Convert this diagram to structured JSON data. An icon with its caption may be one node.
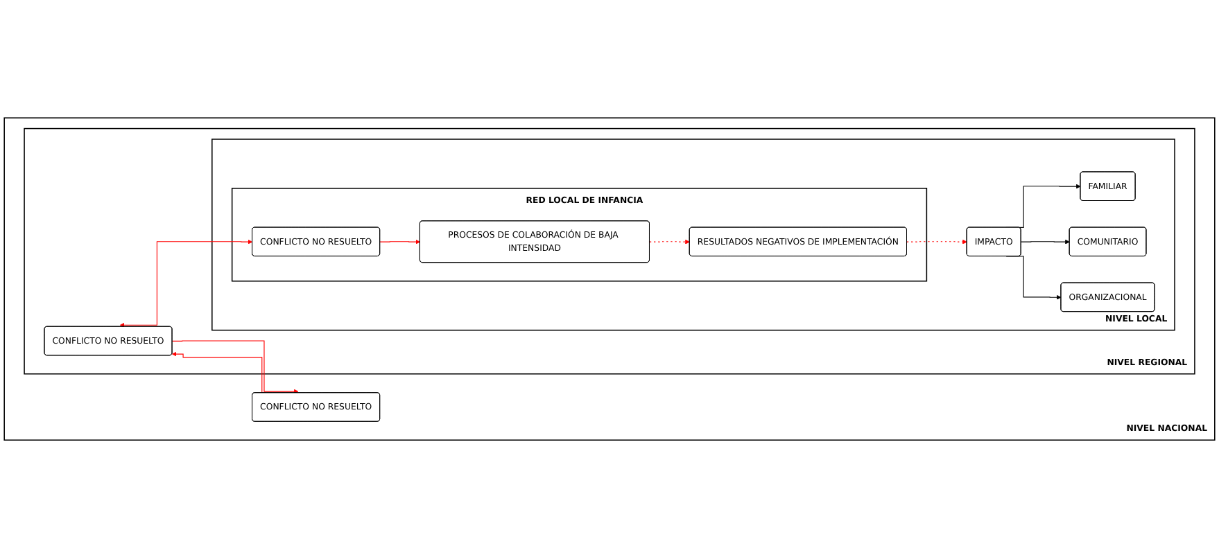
{
  "diagram": {
    "nodes": [
      {
        "text": [
          "NIVEL NACIONAL"
        ]
      },
      {
        "text": [
          "CONFLICTO NO RESUELTO"
        ],
        "in": 0
      },
      {
        "text": [
          "NIVEL REGIONAL"
        ],
        "in": 0
      },
      {
        "text": [
          "CONFLICTO NO RESUELTO"
        ],
        "in": 2
      },
      {
        "text": [
          "NIVEL LOCAL"
        ],
        "in": 2
      },
      {
        "text": [
          "RED LOCAL DE INFANCIA"
        ],
        "in": 4
      },
      {
        "text": [
          "PROCESOS DE COLABORACIÓN DE BAJA INTENSIDAD"
        ],
        "in": 5
      },
      {
        "text": [
          "RESULTADOS NEGATIVOS DE IMPLEMENTACIÓN"
        ],
        "in": 5
      },
      {
        "text": [
          "CONFLICTO NO RESUELTO"
        ],
        "in": 5
      },
      {
        "text": [
          "IMPACTO"
        ],
        "in": 4
      },
      {
        "text": [
          "FAMILIAR"
        ],
        "in": 4
      },
      {
        "text": [
          "COMUNITARIO"
        ],
        "in": 4
      },
      {
        "text": [
          "ORGANIZACIONAL"
        ],
        "in": 4
      }
    ],
    "edges": [
      {
        "from": 3,
        "to": 1,
        "arrow": "to"
      },
      {
        "from": 1,
        "to": 3,
        "arrow": "to"
      },
      {
        "from": 3,
        "to": 8,
        "arrow": "both"
      },
      {
        "from": 8,
        "to": 6,
        "arrow": "to"
      },
      {
        "from": 6,
        "to": 7,
        "arrow": "to",
        "style": "dashed"
      },
      {
        "from": 7,
        "to": 9,
        "arrow": "to",
        "style": "dashed"
      },
      {
        "from": 9,
        "to": 10,
        "arrow": "to",
        "color": "#000000"
      },
      {
        "from": 9,
        "to": 11,
        "arrow": "to",
        "color": "#000000"
      },
      {
        "from": 9,
        "to": 12,
        "arrow": "to",
        "color": "#000000"
      }
    ]
  }
}
